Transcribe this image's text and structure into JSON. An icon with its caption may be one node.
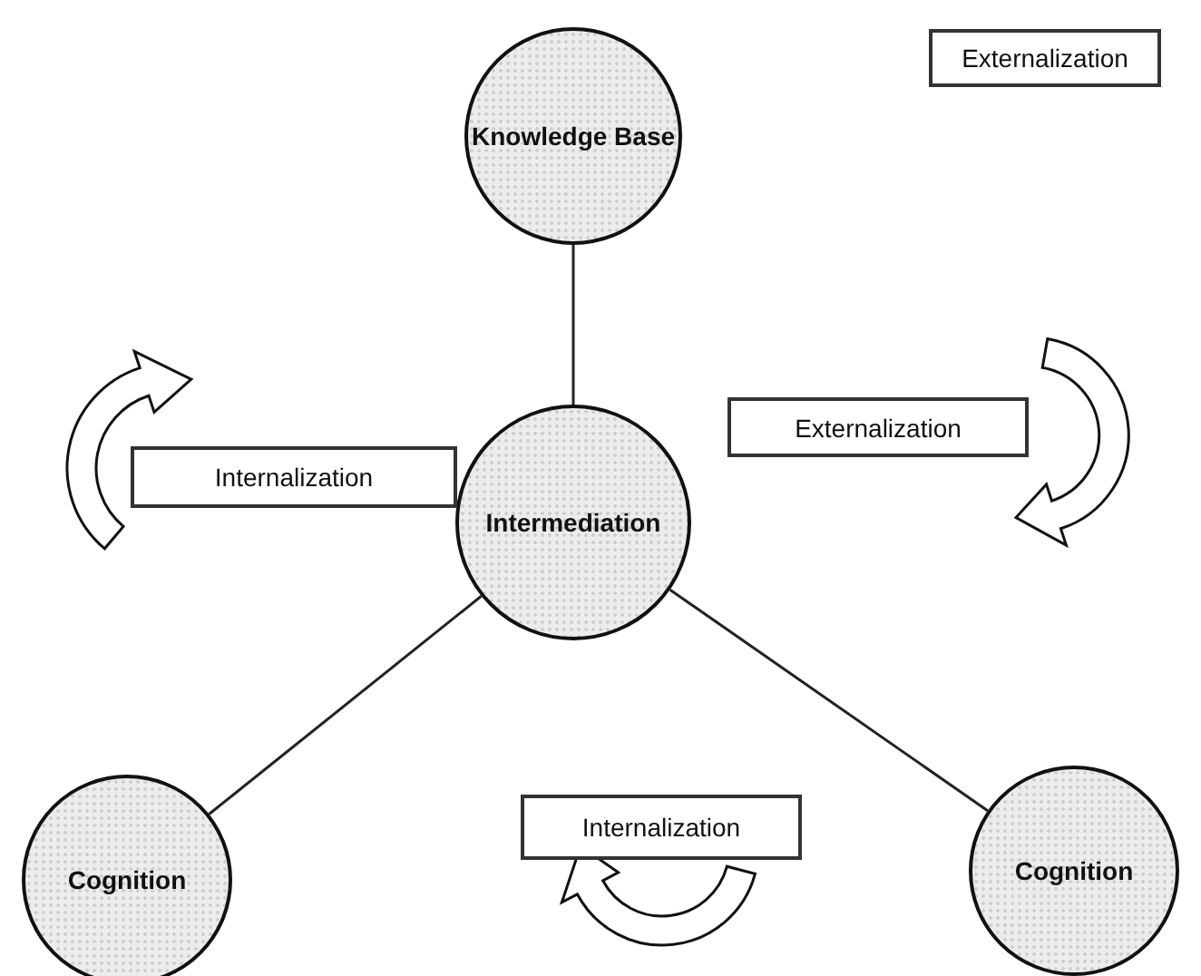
{
  "diagram": {
    "nodes": [
      {
        "text": [
          "Knowledge Base"
        ]
      },
      {
        "text": [
          "Intermediation"
        ]
      },
      {
        "text": [
          "Cognition"
        ]
      },
      {
        "text": [
          "Cognition"
        ]
      },
      {
        "text": [
          "Externalization"
        ]
      },
      {
        "text": [
          "Externalization"
        ]
      },
      {
        "text": [
          "Internalization"
        ]
      },
      {
        "text": [
          "Internalization"
        ]
      }
    ],
    "edges": [
      {
        "from": 0,
        "to": 1,
        "arrow": "none"
      },
      {
        "from": 1,
        "to": 2,
        "arrow": "none"
      },
      {
        "from": 1,
        "to": 3,
        "arrow": "none"
      }
    ]
  }
}
